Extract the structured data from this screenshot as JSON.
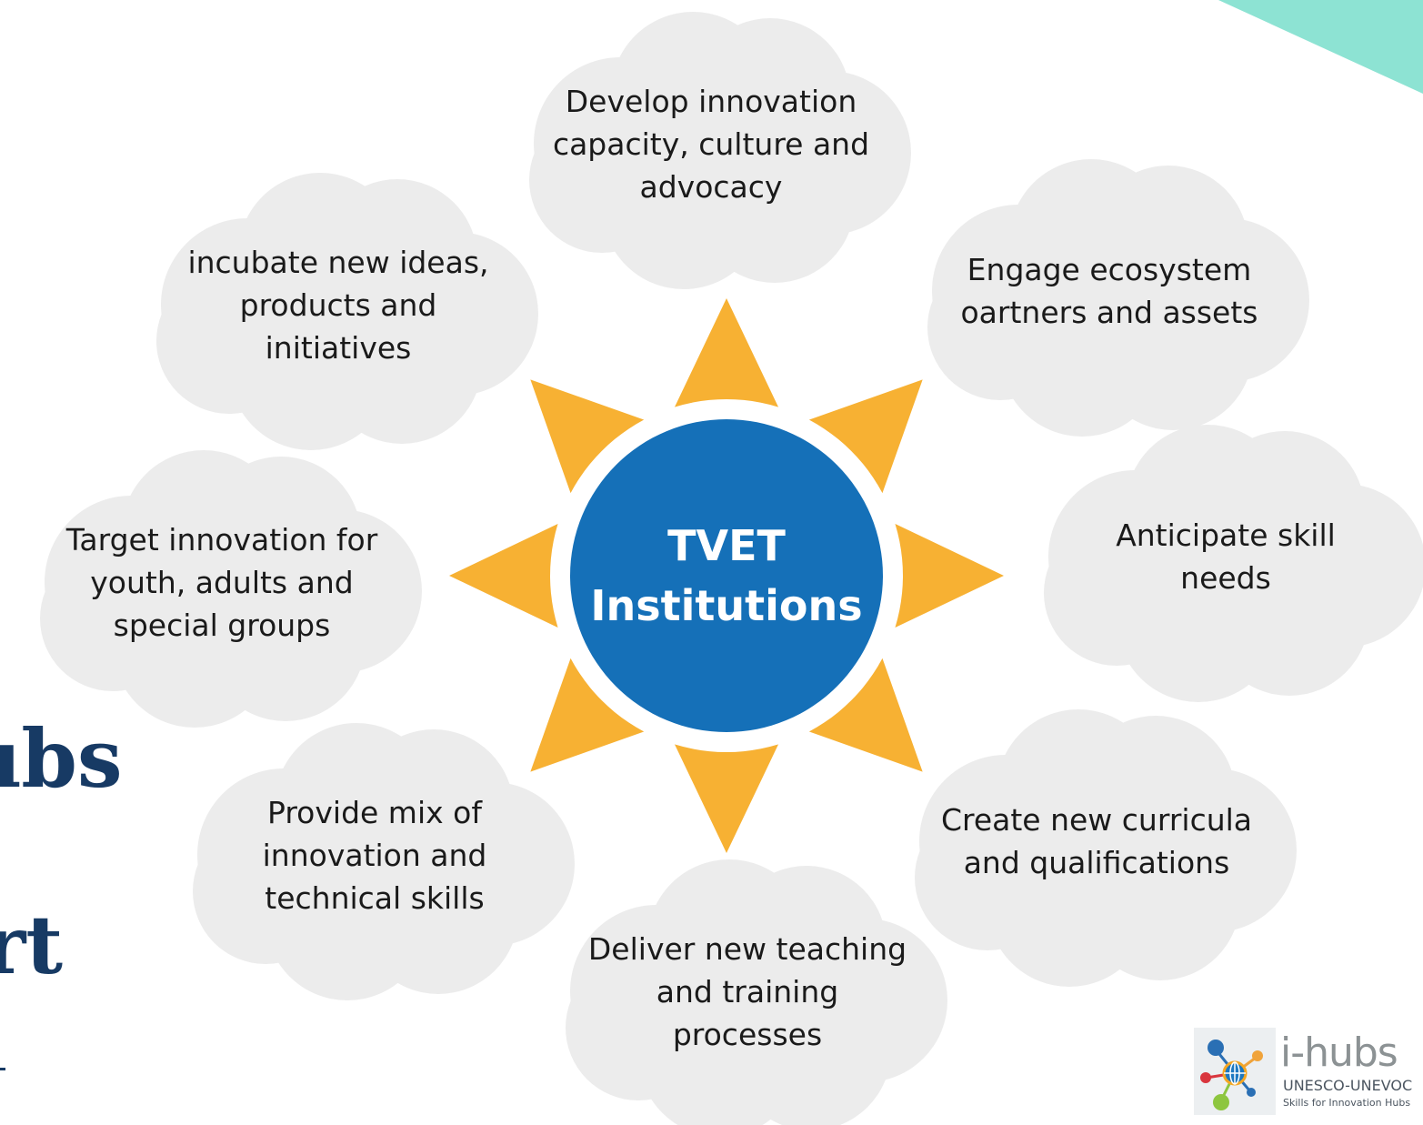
{
  "colors": {
    "cloud_fill": "#ececec",
    "sun_ray": "#f7b133",
    "sun_ring": "#ffffff",
    "center_circle": "#1570b8",
    "corner_accent": "#8de3d3",
    "title_text": "#173a64"
  },
  "center": {
    "line1": "TVET",
    "line2": "Institutions"
  },
  "clouds": [
    {
      "id": "develop",
      "text": "Develop innovation\ncapacity, culture and\nadvocacy"
    },
    {
      "id": "engage",
      "text": "Engage ecosystem\noartners and assets"
    },
    {
      "id": "anticipate",
      "text": "Anticipate skill\nneeds"
    },
    {
      "id": "curricula",
      "text": "Create new curricula\nand qualifications"
    },
    {
      "id": "deliver",
      "text": "Deliver new teaching\nand training\nprocesses"
    },
    {
      "id": "provide",
      "text": "Provide mix of\ninnovation and\ntechnical skills"
    },
    {
      "id": "target",
      "text": "Target innovation for\nyouth, adults and\nspecial groups"
    },
    {
      "id": "incubate",
      "text": "incubate new ideas,\nproducts and\ninitiatives"
    }
  ],
  "background_title": {
    "line1": "ıbs",
    "line2": "rt"
  },
  "logo": {
    "name": "i-hubs",
    "org": "UNESCO-UNEVOC",
    "tagline": "Skills for Innovation Hubs",
    "icon": "network-nodes-icon"
  }
}
